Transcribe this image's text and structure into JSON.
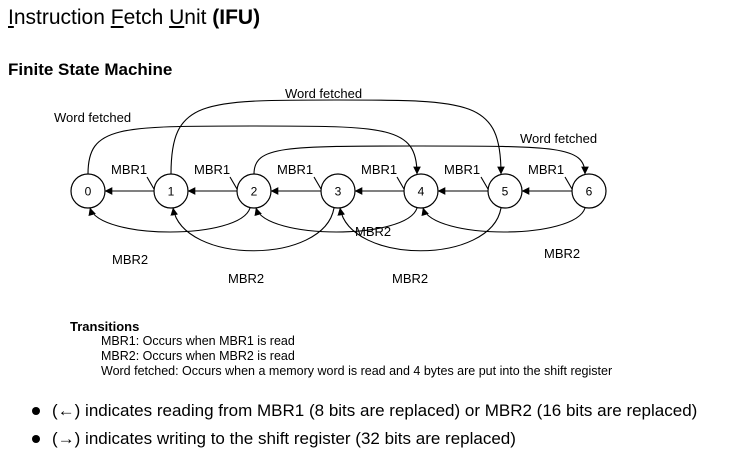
{
  "header": {
    "title_parts": [
      "I",
      "nstruction ",
      "F",
      "etch ",
      "U",
      "nit ",
      "(IFU)"
    ],
    "subtitle": "Finite State Machine"
  },
  "fsm": {
    "states": [
      "0",
      "1",
      "2",
      "3",
      "4",
      "5",
      "6"
    ],
    "edge_labels": {
      "mbr1": "MBR1",
      "mbr2": "MBR2",
      "word_fetched": "Word fetched"
    }
  },
  "transitions": {
    "heading": "Transitions",
    "lines": [
      "MBR1: Occurs when MBR1 is read",
      "MBR2: Occurs when MBR2 is read",
      "Word fetched: Occurs when a memory word is read and 4 bytes are put into the shift register"
    ]
  },
  "bullets": [
    "(←) indicates reading from MBR1 (8 bits are replaced) or MBR2 (16 bits are replaced)",
    "(→) indicates writing to the shift register (32 bits are replaced)"
  ]
}
